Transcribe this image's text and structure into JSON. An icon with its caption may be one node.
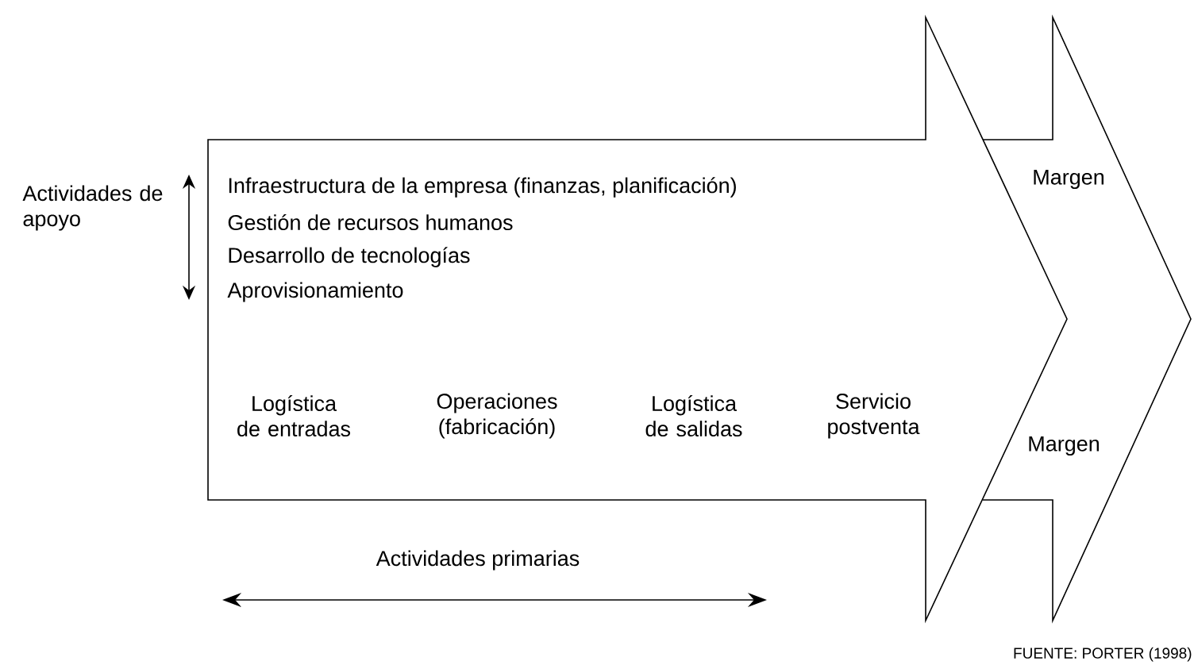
{
  "diagram": {
    "nodes": [
      {
        "text": [
          "Infraestructura de la empresa (finanzas, planificación)",
          "Gestión de recursos humanos",
          "Desarrollo de tecnologías",
          "Aprovisionamiento",
          "Logística de entradas",
          "Operaciones (fabricación)",
          "Logística de salidas",
          "Servicio postventa"
        ]
      },
      {
        "text": [
          "Margen",
          "Margen"
        ]
      }
    ],
    "edges": [],
    "labels": [
      "Actividades de apoyo",
      "Actividades primarias",
      "FUENTE: PORTER (1998)"
    ]
  }
}
